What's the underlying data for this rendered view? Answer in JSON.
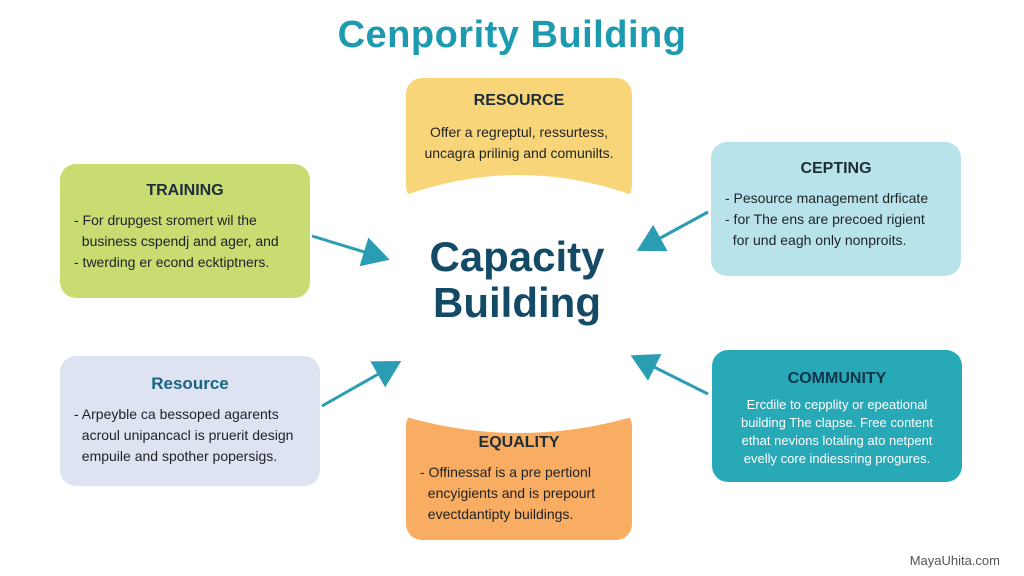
{
  "title": "Cenpority Building",
  "center": {
    "line1": "Capacity",
    "line2": "Building"
  },
  "boxes": {
    "resource_top": {
      "title": "RESOURCE",
      "items": [
        "Offer a regreptul, ressurtess,",
        "uncagra prilinig and comunilts."
      ]
    },
    "training": {
      "title": "TRAINING",
      "items": [
        "- For drupgest sromert wil the",
        "  business cspendj and ager, and",
        "- twerding er econd ecktiptners."
      ]
    },
    "cepting": {
      "title": "CEPTING",
      "items": [
        "- Pesource management drficate",
        "- for The ens are precoed rigient",
        "  for und eagh only nonproits."
      ]
    },
    "resource_bottom": {
      "title": "Resource",
      "items": [
        "- Arpeyble ca bessoped agarents",
        "  acroul unipancacl is pruerit design",
        "  empuile and spother popersigs."
      ]
    },
    "equality": {
      "title": "EQUALITY",
      "items": [
        "- Offinessaf is a pre pertionl",
        "  encyigients and is prepourt",
        "  evectdantipty buildings."
      ]
    },
    "community": {
      "title": "COMMUNITY",
      "items": [
        "Ercdile to cepplity or epeational",
        "building The clapse. Free content",
        "ethat nevions lotaling ato netpent",
        "evelly core indiessring progures."
      ]
    }
  },
  "footer": "MayaUhita.com",
  "colors": {
    "title": "#1c9ab0",
    "center": "#134a66",
    "arrow": "#2a9db2",
    "resource_top": "#f9d57a",
    "training": "#c8dc72",
    "cepting": "#b8e3ea",
    "resource_bottom": "#dee3f1",
    "equality": "#f8ad62",
    "community": "#28a9b7"
  }
}
